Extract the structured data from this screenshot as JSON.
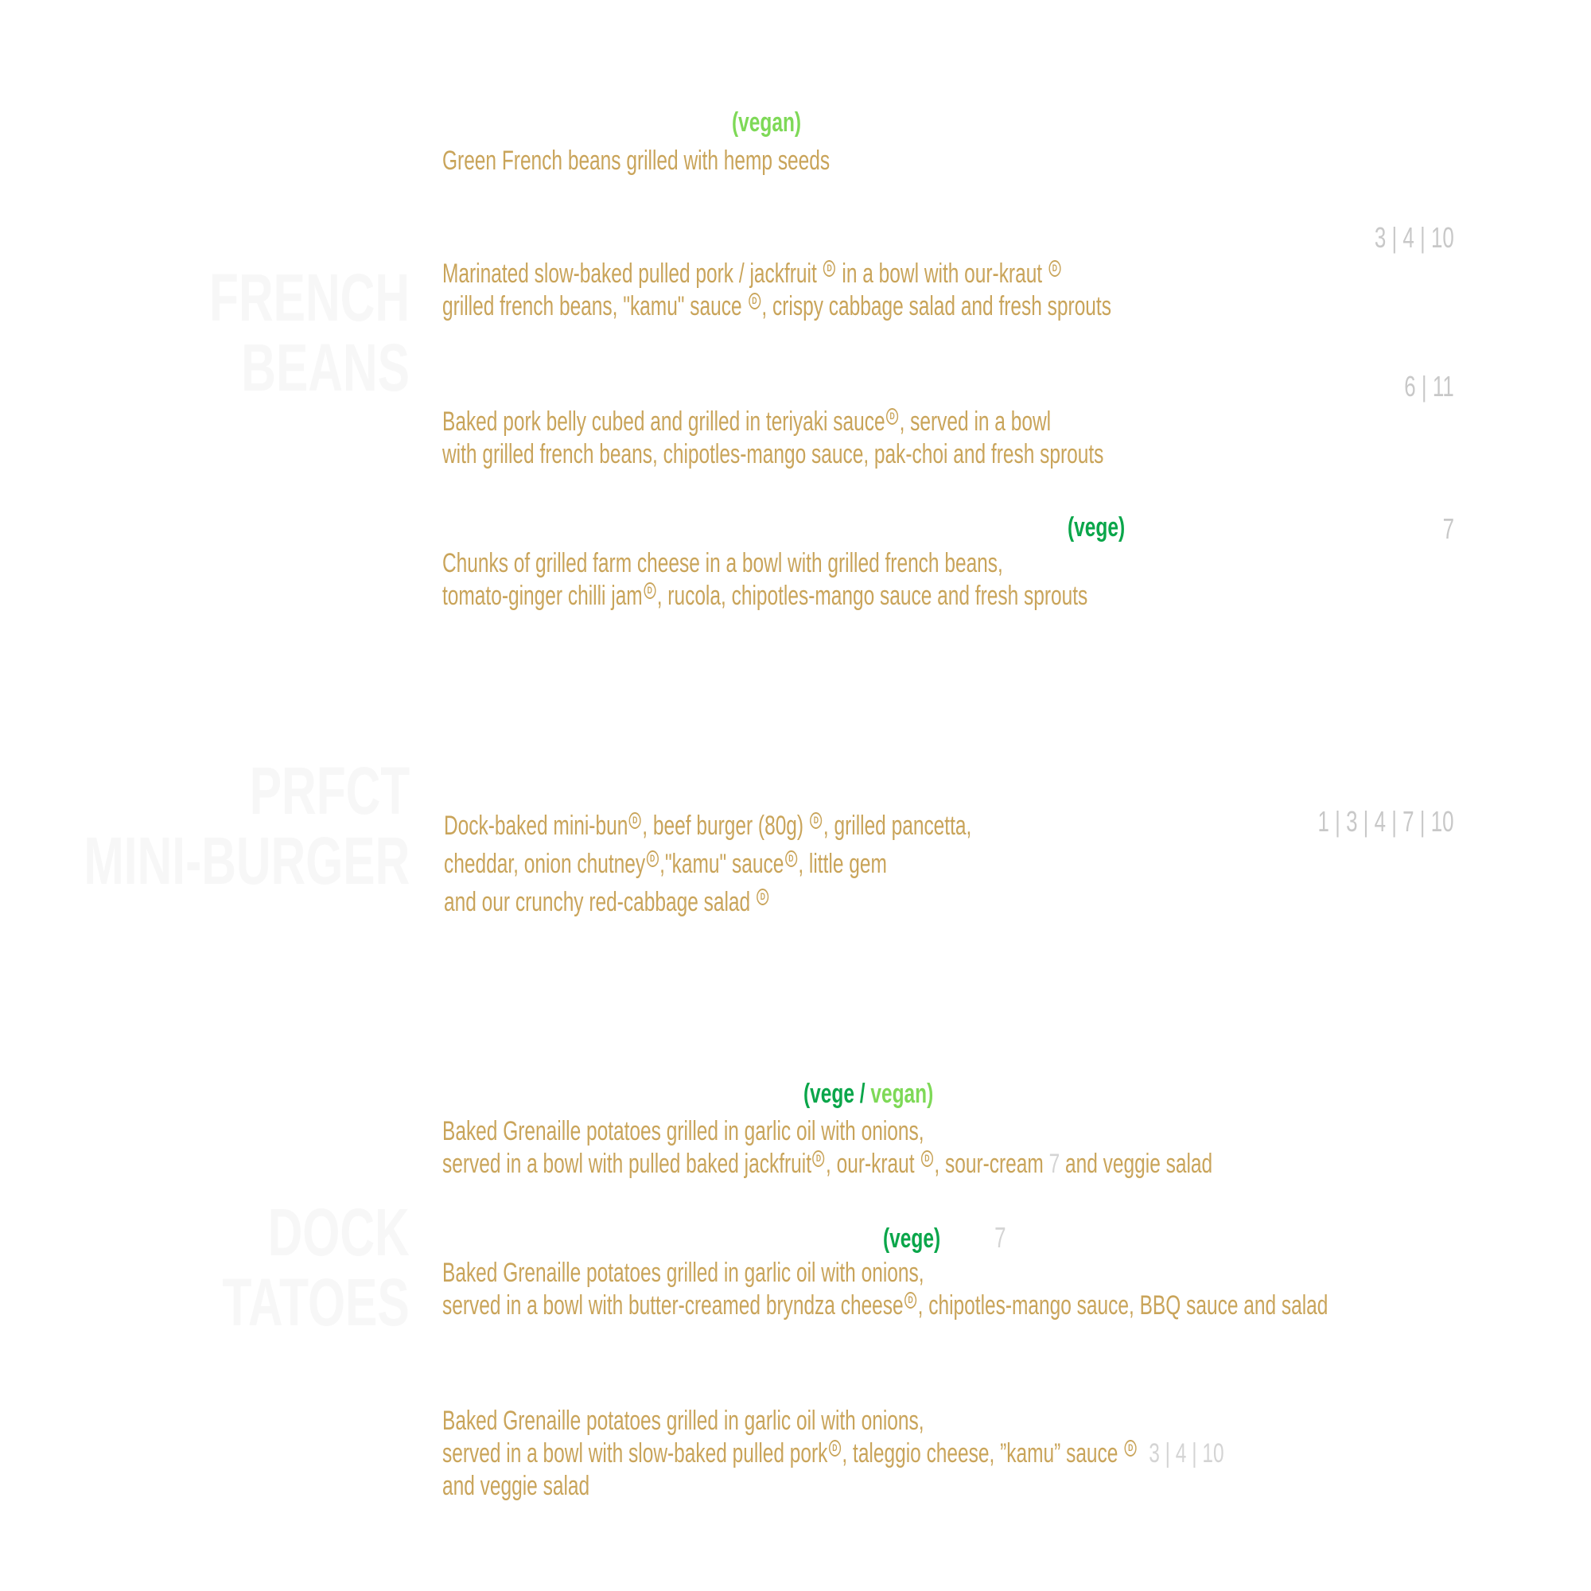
{
  "sections": [
    {
      "title_lines": [
        "FRENCH",
        "BEANS"
      ],
      "price": "",
      "dishes": [
        {
          "name": "",
          "tag": "(vegan)",
          "description_lines": [
            "Green French beans grilled with hemp seeds"
          ],
          "allergens": ""
        },
        {
          "name": "",
          "description_lines": [
            "Marinated slow-baked pulled pork / jackfruit",
            "in a bowl with our-kraut",
            "grilled french beans, \"kamu\" sauce",
            ", crispy cabbage salad and fresh sprouts"
          ],
          "allergens": "3 | 4 | 10"
        },
        {
          "name": "",
          "description_lines": [
            "Baked pork belly cubed and grilled in teriyaki sauce",
            ", served in a bowl",
            "with grilled french beans, chipotles-mango sauce, pak-choi and fresh sprouts"
          ],
          "allergens": "6 | 11"
        },
        {
          "name": "",
          "tag": "(vege)",
          "description_lines": [
            "Chunks of grilled farm cheese in a bowl with grilled french beans,",
            "tomato-ginger chilli jam",
            ", rucola, chipotles-mango sauce and fresh sprouts"
          ],
          "allergens": "7"
        }
      ]
    },
    {
      "title_lines": [
        "PRFCT",
        "MINI-BURGER"
      ],
      "price": "",
      "dishes": [
        {
          "description_lines": [
            "Dock-baked mini-bun",
            ", beef burger (80g)",
            ", grilled pancetta,",
            "cheddar, onion chutney",
            ",\"kamu\" sauce",
            ", little gem",
            "and our crunchy red-cabbage salad"
          ],
          "allergens": "1 | 3 | 4 | 7 | 10"
        }
      ]
    },
    {
      "title_lines": [
        "DOCK",
        "TATOES"
      ],
      "price": "",
      "dishes": [
        {
          "name": "",
          "tag_vege": "(vege",
          "tag_sep": " / ",
          "tag_vegan": "vegan)",
          "description_lines": [
            "Baked Grenaille potatoes grilled in garlic oil with onions,",
            "served in a bowl with pulled baked jackfruit",
            ", our-kraut",
            ", sour-cream",
            "7",
            "and veggie salad"
          ]
        },
        {
          "name": "",
          "tag": "(vege)",
          "allergens": "7",
          "description_lines": [
            "Baked Grenaille potatoes grilled in garlic oil with onions,",
            "served in a bowl with butter-creamed bryndza cheese",
            ", chipotles-mango sauce, BBQ sauce and salad"
          ]
        },
        {
          "name": "",
          "allergens": "3 | 4 | 10",
          "description_lines": [
            "Baked Grenaille potatoes grilled in garlic oil with onions,",
            "served in a bowl with slow-baked pulled pork",
            ", taleggio cheese, ”kamu” sauce",
            "and veggie salad"
          ]
        }
      ]
    }
  ],
  "circle_mark": "D"
}
